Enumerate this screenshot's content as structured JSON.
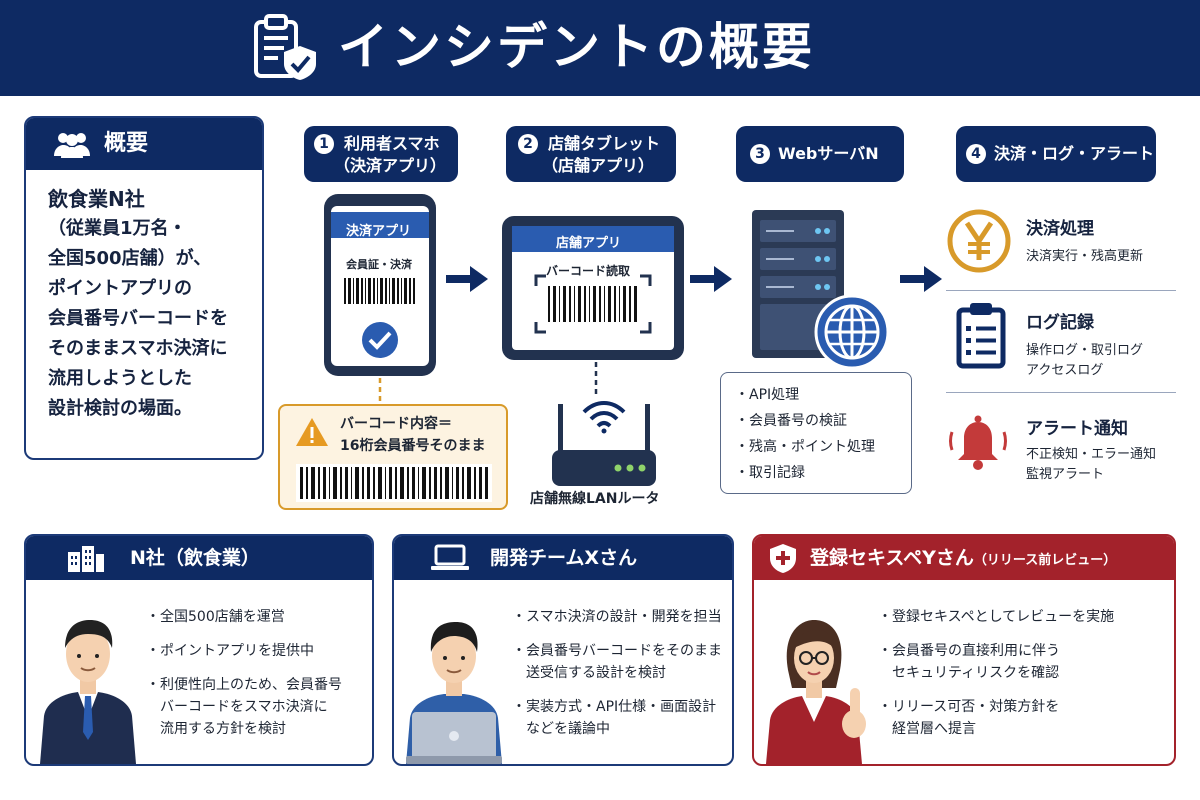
{
  "header": {
    "title": "インシデントの概要"
  },
  "overview": {
    "label": "概要",
    "lines": [
      "飲食業N社",
      "（従業員1万名・",
      "全国500店舗）が、",
      "ポイントアプリの",
      "会員番号バーコードを",
      "そのままスマホ決済に",
      "流用しようとした",
      "設計検討の場面。"
    ]
  },
  "steps": [
    {
      "num": "1",
      "line1": "利用者スマホ",
      "line2": "（決済アプリ）"
    },
    {
      "num": "2",
      "line1": "店舗タブレット",
      "line2": "（店舗アプリ）"
    },
    {
      "num": "3",
      "line1": "WebサーバN"
    },
    {
      "num": "4",
      "line1": "決済・ログ・アラート"
    }
  ],
  "phone": {
    "app_label": "決済アプリ",
    "screen_text": "会員証・決済"
  },
  "warning": {
    "line1": "バーコード内容＝",
    "line2": "16桁会員番号そのまま"
  },
  "tablet": {
    "app_label": "店舗アプリ",
    "screen_text": "バーコード読取"
  },
  "router": {
    "label": "店舗無線LANルータ"
  },
  "server": {
    "functions": [
      "API処理",
      "会員番号の検証",
      "残高・ポイント処理",
      "取引記録"
    ]
  },
  "functions": [
    {
      "title": "決済処理",
      "desc": [
        "決済実行・残高更新"
      ],
      "icon": "yen-icon"
    },
    {
      "title": "ログ記録",
      "desc": [
        "操作ログ・取引ログ",
        "アクセスログ"
      ],
      "icon": "clipboard-icon"
    },
    {
      "title": "アラート通知",
      "desc": [
        "不正検知・エラー通知",
        "監視アラート"
      ],
      "icon": "bell-icon"
    }
  ],
  "cards": [
    {
      "title": "N社（飲食業）",
      "items": [
        [
          "全国500店舗を運営"
        ],
        [
          "ポイントアプリを提供中"
        ],
        [
          "利便性向上のため、会員番号",
          "バーコードをスマホ決済に",
          "流用する方針を検討"
        ]
      ]
    },
    {
      "title": "開発チームXさん",
      "items": [
        [
          "スマホ決済の設計・開発を担当"
        ],
        [
          "会員番号バーコードをそのまま",
          "送受信する設計を検討"
        ],
        [
          "実装方式・API仕様・画面設計",
          "などを議論中"
        ]
      ]
    },
    {
      "title": "登録セキスペYさん",
      "title_small": "（リリース前レビュー）",
      "items": [
        [
          "登録セキスペとしてレビューを実施"
        ],
        [
          "会員番号の直接利用に伴う",
          "セキュリティリスクを確認"
        ],
        [
          "リリース可否・対策方針を",
          "経営層へ提言"
        ]
      ]
    }
  ],
  "colors": {
    "navy": "#0e2a63",
    "red": "#a3222b",
    "orange": "#d89a2a",
    "check_blue": "#2a5cb0"
  }
}
